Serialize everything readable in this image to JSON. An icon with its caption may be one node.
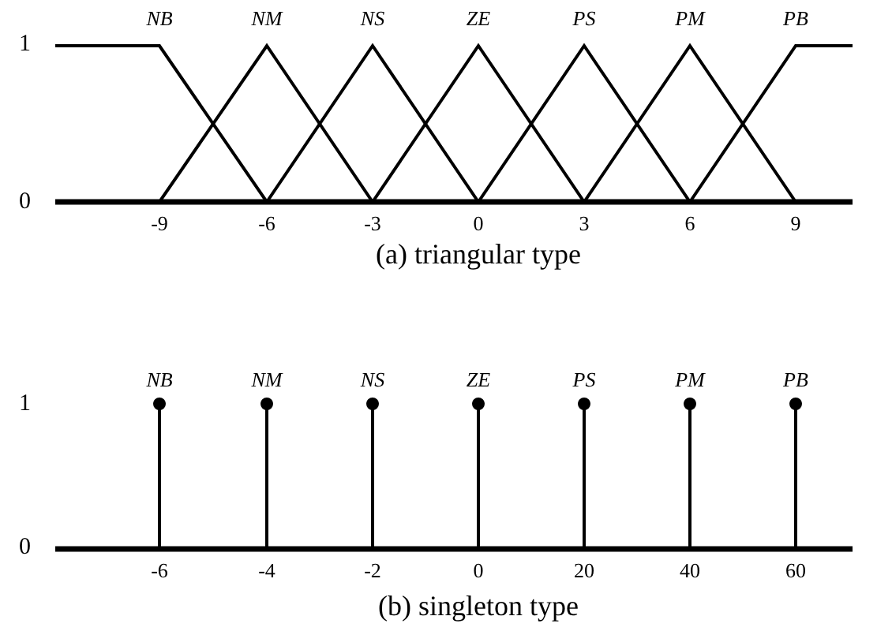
{
  "diagram": {
    "labels": [
      "NB",
      "NM",
      "NS",
      "ZE",
      "PS",
      "PM",
      "PB",
      "1",
      "0",
      "-9",
      "-6",
      "-3",
      "0",
      "3",
      "6",
      "9",
      "(a) triangular type",
      "NB",
      "NM",
      "NS",
      "ZE",
      "PS",
      "PM",
      "PB",
      "1",
      "0",
      "-6",
      "-4",
      "-2",
      "0",
      "20",
      "40",
      "60",
      "(b) singleton type"
    ]
  }
}
